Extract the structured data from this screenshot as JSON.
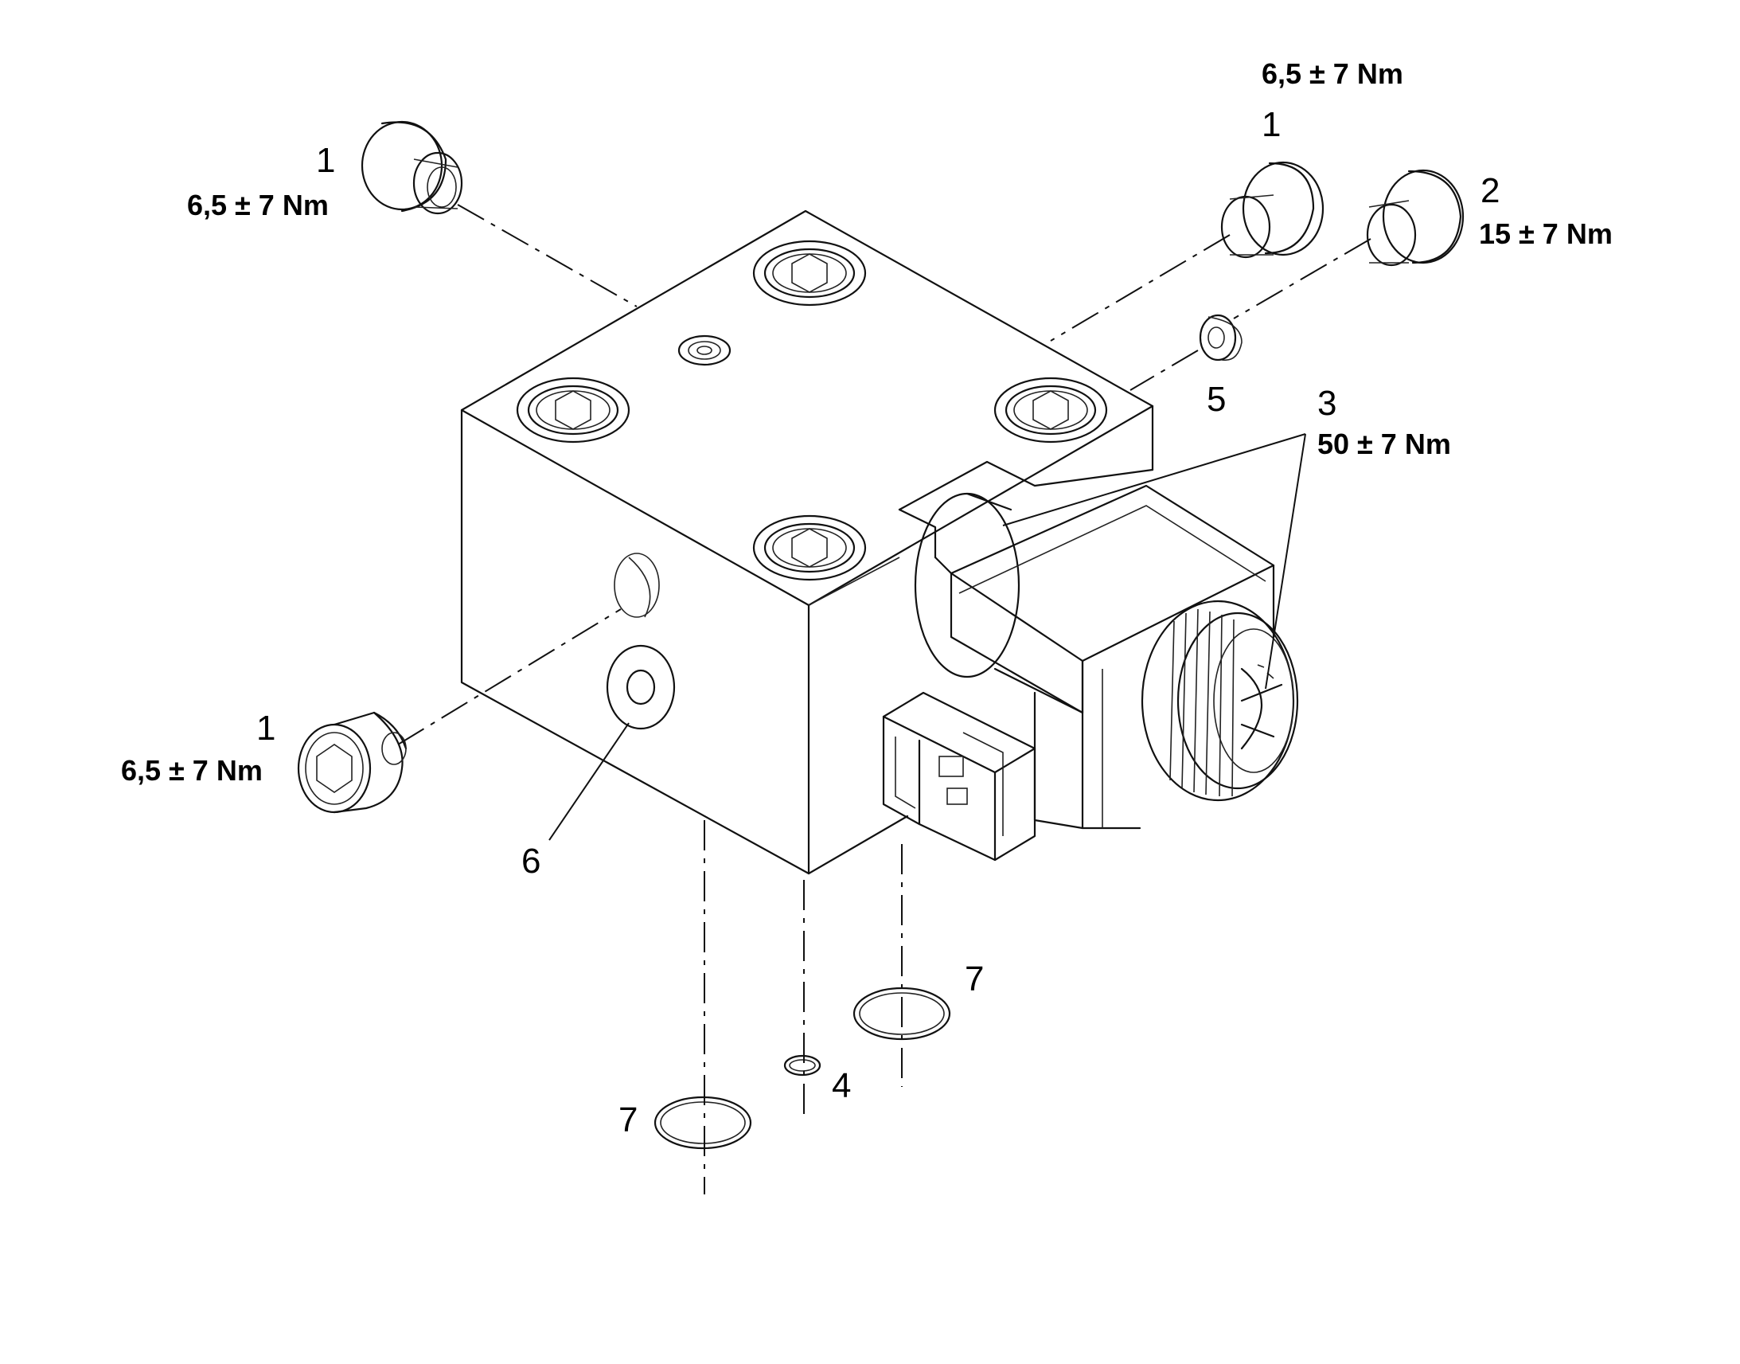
{
  "callouts": [
    {
      "id": "tl",
      "number": "1",
      "torque": "6,5 ± 7 Nm"
    },
    {
      "id": "tr",
      "number": "1",
      "torque": "6,5 ± 7 Nm"
    },
    {
      "id": "ml",
      "number": "1",
      "torque": "6,5 ± 7 Nm"
    },
    {
      "id": "r2",
      "number": "2",
      "torque": "15 ± 7 Nm"
    },
    {
      "id": "r3",
      "number": "3",
      "torque": "50 ± 7 Nm"
    }
  ],
  "items": {
    "n4": "4",
    "n5": "5",
    "n6": "6",
    "n7a": "7",
    "n7b": "7"
  }
}
